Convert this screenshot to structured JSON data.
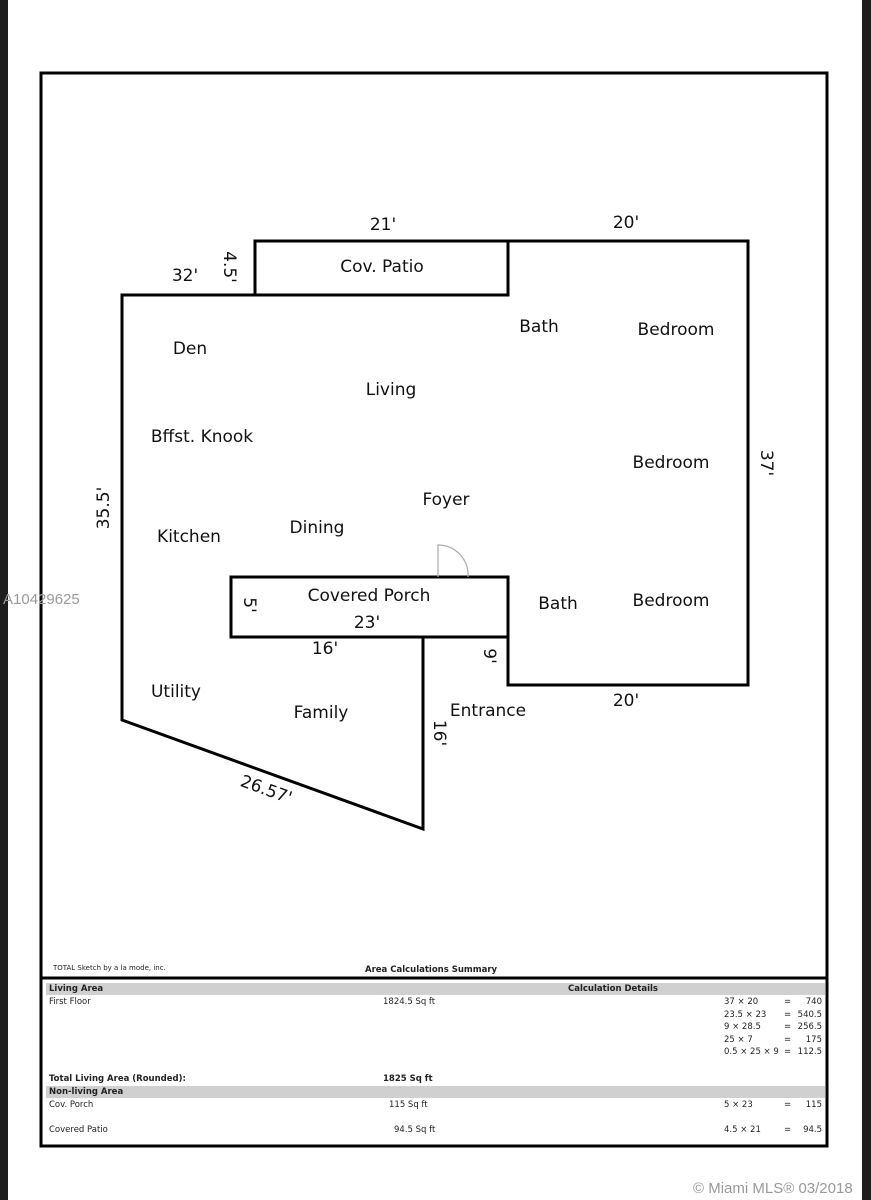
{
  "watermarks": {
    "listing_id": "A10429625",
    "copyright": "© Miami MLS® 03/2018"
  },
  "plan": {
    "rooms": [
      "Cov. Patio",
      "Bath",
      "Bedroom",
      "Den",
      "Living",
      "Bffst. Knook",
      "Bedroom",
      "Foyer",
      "Kitchen",
      "Dining",
      "Covered Porch",
      "Bath",
      "Bedroom",
      "Utility",
      "Family",
      "Entrance"
    ],
    "dimensions": {
      "patio_top": "21'",
      "right_top": "20'",
      "patio_side": "4.5'",
      "left_top": "32'",
      "left_side": "35.5'",
      "right_side": "37'",
      "porch_side": "5'",
      "porch_len": "23'",
      "porch_bottom": "16'",
      "step": "9'",
      "right_bottom": "20'",
      "entrance_side": "16'",
      "diagonal": "26.57'"
    }
  },
  "summary": {
    "credit": "TOTAL Sketch by a la mode, inc.",
    "title": "Area Calculations Summary",
    "living_header": "Living Area",
    "details_header": "Calculation Details",
    "first_floor": {
      "label": "First Floor",
      "area": "1824.5 Sq ft"
    },
    "calcs": [
      {
        "expr": "37 × 20",
        "eq": "=",
        "val": "740"
      },
      {
        "expr": "23.5 × 23",
        "eq": "=",
        "val": "540.5"
      },
      {
        "expr": "9 × 28.5",
        "eq": "=",
        "val": "256.5"
      },
      {
        "expr": "25 × 7",
        "eq": "=",
        "val": "175"
      },
      {
        "expr": "0.5 × 25 × 9",
        "eq": "=",
        "val": "112.5"
      }
    ],
    "total": {
      "label": "Total Living Area (Rounded):",
      "area": "1825 Sq ft"
    },
    "nonliving_header": "Non-living Area",
    "nonliving": [
      {
        "label": "Cov. Porch",
        "area": "115 Sq ft",
        "expr": "5 × 23",
        "eq": "=",
        "val": "115"
      },
      {
        "label": "Covered Patio",
        "area": "94.5 Sq ft",
        "expr": "4.5 × 21",
        "eq": "=",
        "val": "94.5"
      }
    ]
  }
}
